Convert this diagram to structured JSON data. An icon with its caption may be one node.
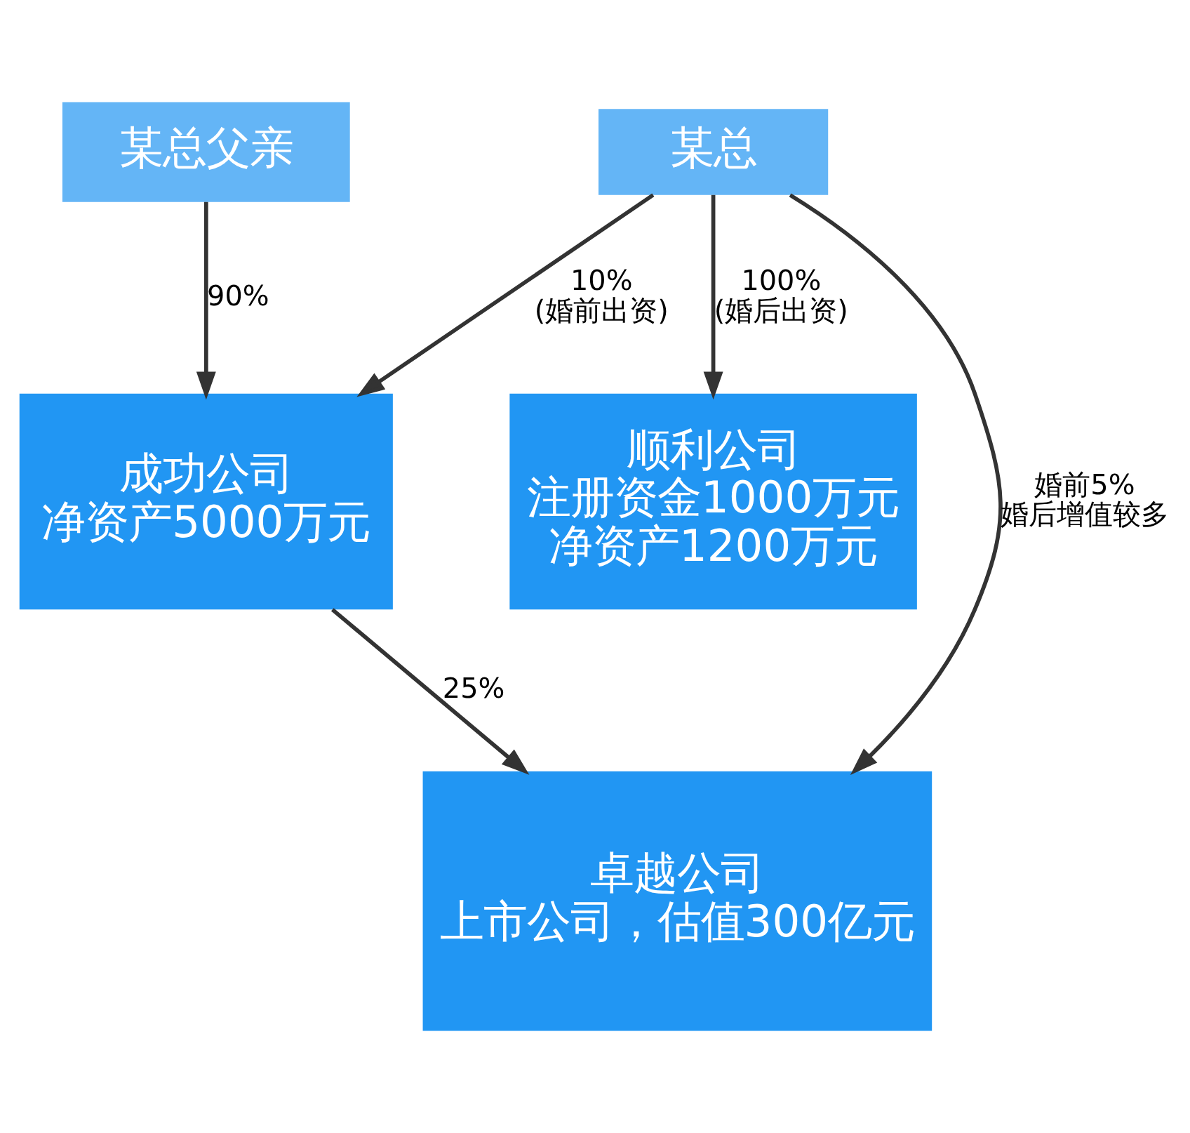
{
  "diagram": {
    "nodes": [
      {
        "text": [
          "某总父亲"
        ]
      },
      {
        "text": [
          "某总"
        ]
      },
      {
        "text": [
          "成功公司",
          "净资产5000万元"
        ]
      },
      {
        "text": [
          "顺利公司",
          "注册资金1000万元",
          "净资产1200万元"
        ]
      },
      {
        "text": [
          "卓越公司",
          "上市公司，估值300亿元"
        ]
      }
    ],
    "edges": [
      {
        "from": 0,
        "to": 2,
        "arrow": "to",
        "label": "90%"
      },
      {
        "from": 1,
        "to": 2,
        "arrow": "to",
        "label": "10% (婚前出资)"
      },
      {
        "from": 1,
        "to": 3,
        "arrow": "to",
        "label": "100% (婚后出资)"
      },
      {
        "from": 2,
        "to": 4,
        "arrow": "to",
        "label": "25%"
      },
      {
        "from": 1,
        "to": 4,
        "arrow": "to",
        "label": "婚前5% 婚后增值较多"
      }
    ]
  }
}
